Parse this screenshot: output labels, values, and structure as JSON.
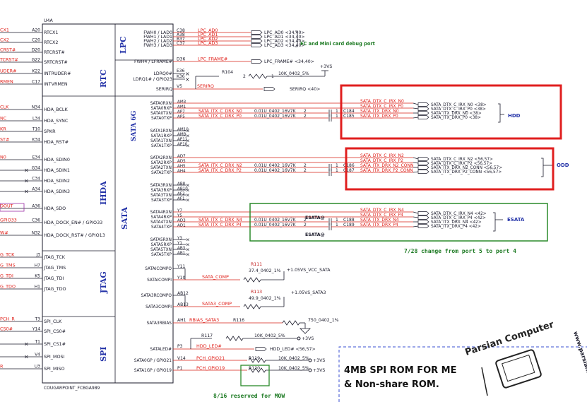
{
  "chip": {
    "ref": "U4A",
    "part": "COUGARPOINT_FCBGA989"
  },
  "blocks": {
    "lpc": "LPC",
    "rtc": "RTC",
    "ihda": "IHDA",
    "jtag": "JTAG",
    "spi": "SPI",
    "sata": "SATA",
    "sata6g": "SATA 6G"
  },
  "left_pins": [
    {
      "ball": "A20",
      "name": "RTCX1",
      "net": "CX1"
    },
    {
      "ball": "C20",
      "name": "RTCX2",
      "net": "CX2"
    },
    {
      "ball": "D20",
      "name": "RTCRST#",
      "net": "CRST#"
    },
    {
      "ball": "G22",
      "name": "SRTCRST#",
      "net": "TCRST#"
    },
    {
      "ball": "K22",
      "name": "INTRUDER#",
      "net": "UDER#"
    },
    {
      "ball": "C17",
      "name": "INTVRMEN",
      "net": "RMEN"
    },
    {
      "ball": "N34",
      "name": "HDA_BCLK",
      "net": "CLK"
    },
    {
      "ball": "L34",
      "name": "HDA_SYNC",
      "net": "NC"
    },
    {
      "ball": "T10",
      "name": "SPKR",
      "net": "KR"
    },
    {
      "ball": "K34",
      "name": "HDA_RST#",
      "net": "ST#"
    },
    {
      "ball": "E34",
      "name": "HDA_SDIN0",
      "net": "N0"
    },
    {
      "ball": "G34",
      "name": "HDA_SDIN1",
      "net": ""
    },
    {
      "ball": "C34",
      "name": "HDA_SDIN2",
      "net": ""
    },
    {
      "ball": "A34",
      "name": "HDA_SDIN3",
      "net": ""
    },
    {
      "ball": "A36",
      "name": "HDA_SDO",
      "net": "DOUT"
    },
    {
      "ball": "C36",
      "name": "HDA_DOCK_EN# / GPIO33",
      "net": "GPIO33"
    },
    {
      "ball": "N32",
      "name": "HDA_DOCK_RST# / GPIO13",
      "net": "W#"
    },
    {
      "ball": "J3",
      "name": "JTAG_TCK",
      "net": "G_TCK"
    },
    {
      "ball": "H7",
      "name": "JTAG_TMS",
      "net": "G_TMS"
    },
    {
      "ball": "K5",
      "name": "JTAG_TDI",
      "net": "G_TDI"
    },
    {
      "ball": "H1",
      "name": "JTAG_TDO",
      "net": "G_TDO"
    },
    {
      "ball": "T3",
      "name": "SPI_CLK",
      "net": "PCH_R"
    },
    {
      "ball": "Y14",
      "name": "SPI_CS0#",
      "net": "CS0#"
    },
    {
      "ball": "T1",
      "name": "SPI_CS1#",
      "net": ""
    },
    {
      "ball": "V4",
      "name": "SPI_MOSI",
      "net": ""
    },
    {
      "ball": "U3",
      "name": "SPI_MISO",
      "net": "R"
    }
  ],
  "lpc_pins": [
    {
      "name": "FWH0 / LAD0",
      "ball": "C38",
      "net": "LPC_AD0",
      "port": "LPC_AD0 <34,40>"
    },
    {
      "name": "FWH1 / LAD1",
      "ball": "A38",
      "net": "LPC_AD1",
      "port": "LPC_AD1 <34,40>"
    },
    {
      "name": "FWH2 / LAD2",
      "ball": "B37",
      "net": "LPC_AD2",
      "port": "LPC_AD2 <34,40>"
    },
    {
      "name": "FWH3 / LAD3",
      "ball": "C37",
      "net": "LPC_AD3",
      "port": "LPC_AD3 <34,40>"
    }
  ],
  "lpc_note": "EC and Mini card debug port",
  "lframe": {
    "name": "FWH4 / LFRAME#",
    "ball": "D36",
    "net": "LPC_FRAME#",
    "port": "LPC_FRAME# <34,40>"
  },
  "ldrq0": {
    "name": "LDRQ0#",
    "ball": "E36"
  },
  "ldrq1": {
    "name": "LDRQ1# / GPIO23",
    "ball": "K36"
  },
  "serirq": {
    "name": "SERIRQ",
    "ball": "V5",
    "net": "SERIRQ",
    "port": "SERIRQ <40>"
  },
  "r104": {
    "ref": "R104",
    "val": "10K_0402_5%",
    "p1": "1",
    "p2": "2",
    "rail": "+3VS"
  },
  "sata_pins": [
    {
      "name": "SATA0RXN",
      "ball": "AM3"
    },
    {
      "name": "SATA0RXP",
      "ball": "AM1"
    },
    {
      "name": "SATA0TXN",
      "ball": "AP7"
    },
    {
      "name": "SATA0TXP",
      "ball": "AP5"
    },
    {
      "name": "SATA1RXN",
      "ball": "AM10"
    },
    {
      "name": "SATA1RXP",
      "ball": "AM8"
    },
    {
      "name": "SATA1TXN",
      "ball": "AP11"
    },
    {
      "name": "SATA1TXP",
      "ball": "AP10"
    },
    {
      "name": "SATA2RXN",
      "ball": "AD7"
    },
    {
      "name": "SATA2RXP",
      "ball": "AD5"
    },
    {
      "name": "SATA2TXN",
      "ball": "AH5"
    },
    {
      "name": "SATA2TXP",
      "ball": "AH4"
    },
    {
      "name": "SATA3RXN",
      "ball": "AB8"
    },
    {
      "name": "SATA3RXP",
      "ball": "AB10"
    },
    {
      "name": "SATA3TXN",
      "ball": "AF3"
    },
    {
      "name": "SATA3TXP",
      "ball": "AF1"
    },
    {
      "name": "SATA4RXN",
      "ball": "Y7"
    },
    {
      "name": "SATA4RXP",
      "ball": "Y5"
    },
    {
      "name": "SATA4TXN",
      "ball": "AD3"
    },
    {
      "name": "SATA4TXP",
      "ball": "AD1"
    },
    {
      "name": "SATA5RXN",
      "ball": "Y3"
    },
    {
      "name": "SATA5RXP",
      "ball": "Y1"
    },
    {
      "name": "SATA5TXN",
      "ball": "AB3"
    },
    {
      "name": "SATA5TXP",
      "ball": "AB1"
    }
  ],
  "hdd": {
    "label": "HDD",
    "nets": [
      "SATA_DTX_C_IRX_N0",
      "SATA_DTX_C_IRX_P0",
      "SATA_ITX_DRX_N0",
      "SATA_ITX_DRX_P0"
    ],
    "ports": [
      "SATA_DTX_C_IRX_N0 <38>",
      "SATA_DTX_C_IRX_P0 <38>",
      "SATA_ITX_DRX_N0 <38>",
      "SATA_ITX_DRX_P0 <38>"
    ],
    "tx_nets": [
      "SATA_ITX_C_DRX_N0",
      "SATA_ITX_C_DRX_P0"
    ],
    "caps": [
      {
        "ref": "C184",
        "val": "0.01U_0402_16V7K"
      },
      {
        "ref": "C185",
        "val": "0.01U_0402_16V7K"
      }
    ]
  },
  "odd": {
    "label": "ODD",
    "nets": [
      "SATA_DTX_C_IRX_N2",
      "SATA_DTX_C_IRX_P2",
      "SATA_ITX_DRX_N2_CONN",
      "SATA_ITX_DRX_P2_CONN"
    ],
    "ports": [
      "SATA_DTX_C_IRX_N2 <56,57>",
      "SATA_DTX_C_IRX_P2 <56,57>",
      "SATA_ITX_DRX_N2_CONN <56,57>",
      "SATA_ITX_DRX_P2_CONN <56,57>"
    ],
    "tx_nets": [
      "SATA_ITX_C_DRX_N2",
      "SATA_ITX_C_DRX_P2"
    ],
    "caps": [
      {
        "ref": "C186",
        "val": "0.01U_0402_16V7K"
      },
      {
        "ref": "C187",
        "val": "0.01U_0402_16V7K"
      }
    ]
  },
  "esata": {
    "label": "ESATA",
    "tag": "ESATA@",
    "nets": [
      "SATA_DTX_C_IRX_N4",
      "SATA_DTX_C_IRX_P4",
      "SATA_ITX_DRX_N4",
      "SATA_ITX_DRX_P4"
    ],
    "ports": [
      "SATA_DTX_C_IRX_N4 <42>",
      "SATA_DTX_C_IRX_P4 <42>",
      "SATA_ITX_DRX_N4 <42>",
      "SATA_ITX_DRX_P4 <42>"
    ],
    "tx_nets": [
      "SATA_ITX_C_DRX_N4",
      "SATA_ITX_C_DRX_P4"
    ],
    "caps": [
      {
        "ref": "C188",
        "val": "0.01U_0402_16V7K"
      },
      {
        "ref": "C189",
        "val": "0.01U_0402_16V7K"
      }
    ],
    "note": "7/28 change from port 5 to port 4"
  },
  "comp": [
    {
      "pin": "SATAICOMPO",
      "ball": "Y11",
      "net": "SATA_COMP",
      "rref": "R111",
      "rval": "37.4_0402_1%",
      "rail": "+1.05VS_VCC_SATA"
    },
    {
      "pin": "SATAICOMPI",
      "ball": "Y10"
    },
    {
      "pin": "SATA3RCOMPO",
      "ball": "AB12",
      "net": "SATA3_COMP",
      "rref": "R113",
      "rval": "49.9_0402_1%",
      "rail": "+1.05VS_SATA3"
    },
    {
      "pin": "SATA3COMPI",
      "ball": "AB13"
    }
  ],
  "rbias": {
    "pin": "SATA3RBIAS",
    "ball": "AH1",
    "net": "RBIAS_SATA3",
    "ref": "R116",
    "val": "750_0402_1%"
  },
  "led": {
    "pin": "SATALED#",
    "ball": "P3",
    "net": "HDD_LED#",
    "port": "HDD_LED# <56,57>",
    "ref": "R117",
    "val": "10K_0402_5%",
    "rail": "+3VS"
  },
  "gpio21": {
    "pin": "SATA0GP / GPIO21",
    "ball": "V14",
    "net": "PCH_GPIO21",
    "ref": "R119",
    "val": "10K_0402_5%",
    "rail": "+3VS"
  },
  "gpio19": {
    "pin": "SATA1GP / GPIO19",
    "ball": "P1",
    "net": "PCH_GPIO19",
    "ref": "R120",
    "val": "10K_0402_5%",
    "rail": "+3VS"
  },
  "reserved_note": "8/16 reserved for MOW",
  "spi_note": [
    "4MB SPI ROM FOR ME",
    "& Non-share ROM."
  ],
  "watermark": {
    "brand": "Parsian Computer",
    "url": "www.parsianit.ir"
  },
  "colors": {
    "wire": "#1a1a2a",
    "net": "#e0201a",
    "block": "#2433a8",
    "note": "#1d7a23",
    "highlight_red": "#e01f1f",
    "highlight_green": "#2a8a2a",
    "spi_border": "#3a4fd0"
  }
}
